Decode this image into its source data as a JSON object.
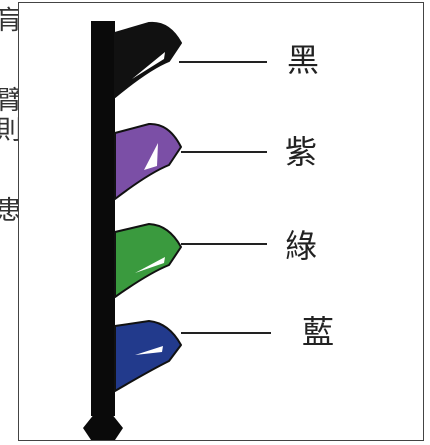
{
  "left_text": [
    "肓",
    "臂",
    "則",
    "患"
  ],
  "flags": [
    {
      "label": "黑",
      "color": "#111111"
    },
    {
      "label": "紫",
      "color": "#7b4fa6"
    },
    {
      "label": "綠",
      "color": "#3a9a3e"
    },
    {
      "label": "藍",
      "color": "#223a8c"
    }
  ]
}
